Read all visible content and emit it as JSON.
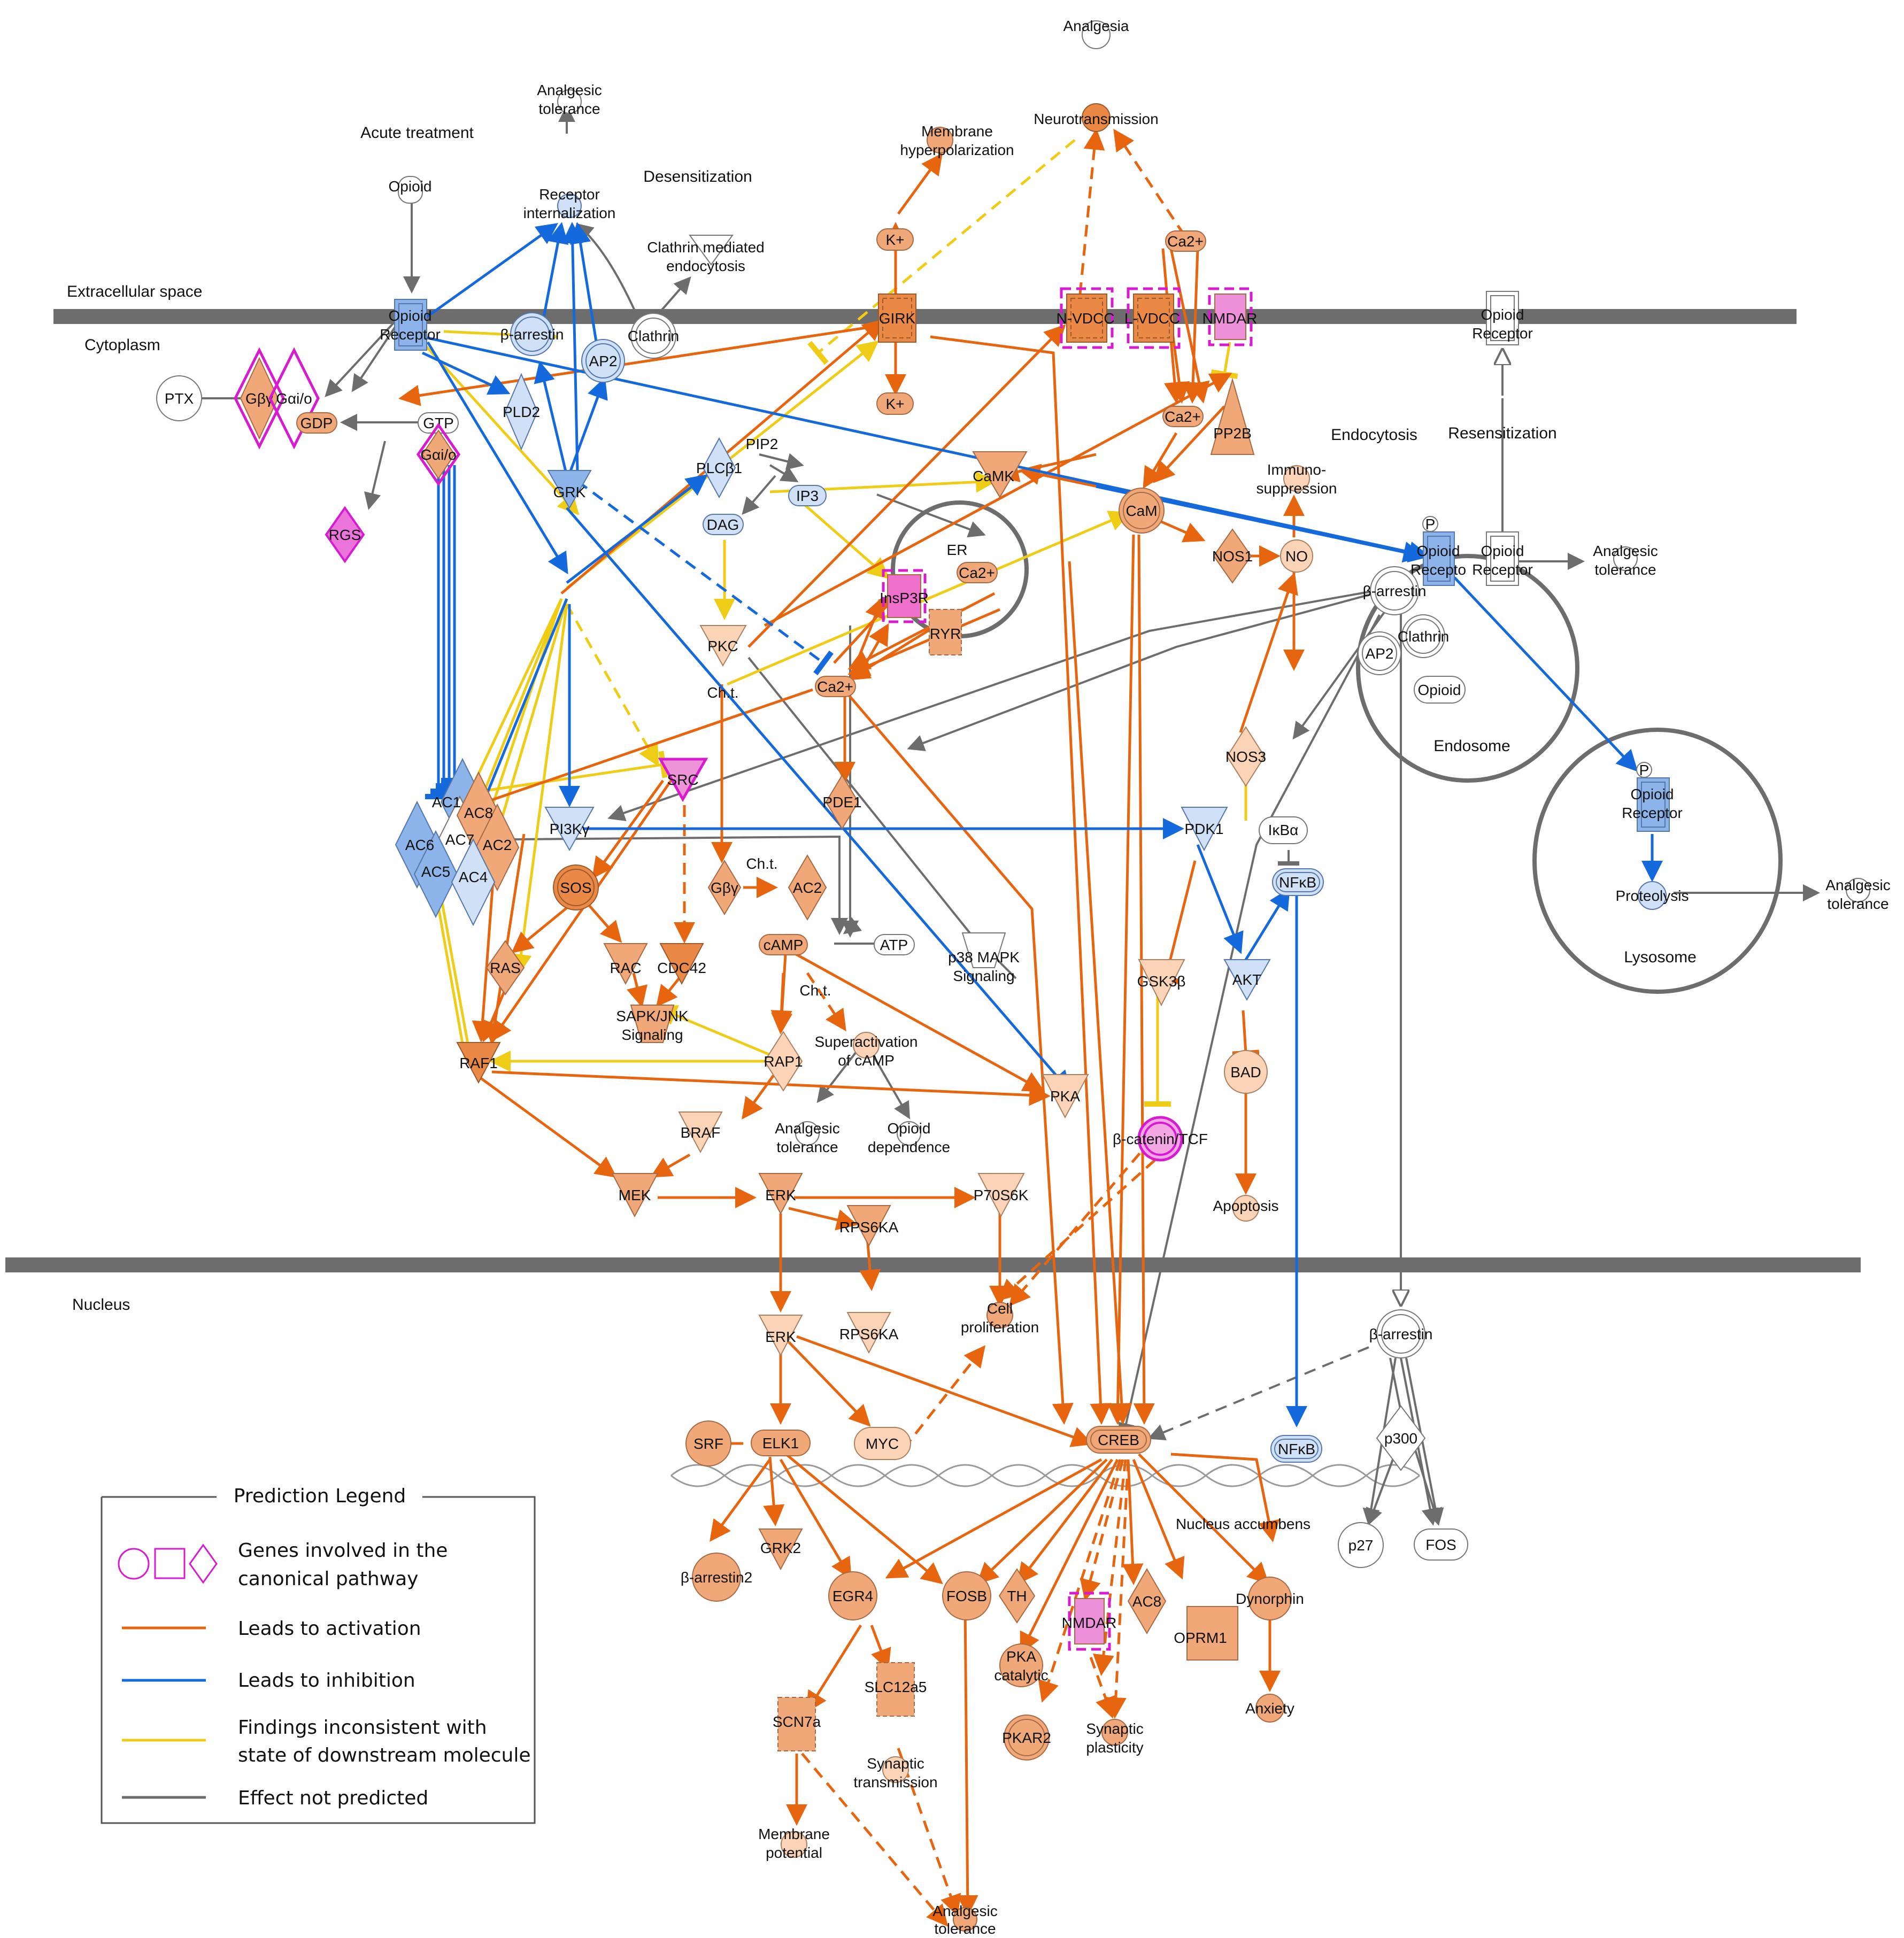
{
  "regions": {
    "extracellular": "Extracellular space",
    "cytoplasm": "Cytoplasm",
    "nucleus": "Nucleus",
    "acute": "Acute treatment",
    "desensitization": "Desensitization",
    "endocytosis": "Endocytosis",
    "resensitization": "Resensitization",
    "endosome": "Endosome",
    "lysosome": "Lysosome",
    "er": "ER",
    "nucleus_accumbens": "Nucleus accumbens"
  },
  "nodes": {
    "analgesia": "Analgesia",
    "neurotransmission": "Neurotransmission",
    "membrane_hyperpol_1": "Membrane",
    "membrane_hyperpol_2": "hyperpolarization",
    "analgesic_tol_top_1": "Analgesic",
    "analgesic_tol_top_2": "tolerance",
    "receptor_int_1": "Receptor",
    "receptor_int_2": "internalization",
    "clathrin_endo_1": "Clathrin mediated",
    "clathrin_endo_2": "endocytosis",
    "opioid_top": "Opioid",
    "opioid_receptor_1": "Opioid",
    "opioid_receptor_2": "Receptor",
    "beta_arrestin": "β-arrestin",
    "ap2": "AP2",
    "clathrin": "Clathrin",
    "k_plus": "K+",
    "girk": "GIRK",
    "nvdcc": "N-VDCC",
    "lvdcc": "L-VDCC",
    "nmdar": "NMDAR",
    "ca2": "Ca2+",
    "pp2b": "PP2B",
    "ptx": "PTX",
    "gbg": "Gβγ",
    "gaio": "Gαi/o",
    "gdp": "GDP",
    "gtp": "GTP",
    "pld2": "PLD2",
    "rgs": "RGS",
    "grk": "GRK",
    "plcb1": "PLCβ1",
    "pip2": "PIP2",
    "ip3": "IP3",
    "dag": "DAG",
    "camk": "CaMK",
    "cam": "CaM",
    "immuno_1": "Immuno-",
    "immuno_2": "suppression",
    "nos1": "NOS1",
    "no": "NO",
    "insp3r": "InsP3R",
    "ryr": "RYR",
    "pkc": "PKC",
    "cht": "Ch.t.",
    "src": "SRC",
    "ac1": "AC1",
    "ac6": "AC6",
    "ac7": "AC7",
    "ac8": "AC8",
    "ac2": "AC2",
    "ac5": "AC5",
    "ac4": "AC4",
    "pi3kg": "PI3Kγ",
    "pde1": "PDE1",
    "sos": "SOS",
    "ras": "RAS",
    "rac": "RAC",
    "cdc42": "CDC42",
    "sapk_1": "SAPK/JNK",
    "sapk_2": "Signaling",
    "camp": "cAMP",
    "atp": "ATP",
    "p38_1": "p38 MAPK",
    "p38_2": "Signaling",
    "superact_1": "Superactivation",
    "superact_2": "of cAMP",
    "raf1": "RAF1",
    "rap1": "RAP1",
    "braf": "BRAF",
    "pka": "PKA",
    "opioid_dep_1": "Opioid",
    "opioid_dep_2": "dependence",
    "mek": "MEK",
    "erk": "ERK",
    "rps6ka": "RPS6KA",
    "p70s6k": "P70S6K",
    "pdk1": "PDK1",
    "nos3": "NOS3",
    "ikba": "IκBα",
    "nfkb": "NFκB",
    "gsk3b": "GSK3β",
    "akt": "AKT",
    "bad": "BAD",
    "bcatenin": "β-catenin/TCF",
    "apoptosis": "Apoptosis",
    "cell_prolif_1": "Cell",
    "cell_prolif_2": "proliferation",
    "srf": "SRF",
    "elk1": "ELK1",
    "myc": "MYC",
    "creb": "CREB",
    "p300": "p300",
    "p27": "p27",
    "fos": "FOS",
    "barrestin2": "β-arrestin2",
    "grk2": "GRK2",
    "egr4": "EGR4",
    "fosb": "FOSB",
    "th": "TH",
    "pka_cat_1": "PKA",
    "pka_cat_2": "catalytic",
    "ac8_n": "AC8",
    "oprm1": "OPRM1",
    "dynorphin": "Dynorphin",
    "anxiety": "Anxiety",
    "scn7a": "SCN7a",
    "slc12a5": "SLC12a5",
    "syn_trans_1": "Synaptic",
    "syn_trans_2": "transmission",
    "syn_plast_1": "Synaptic",
    "syn_plast_2": "plasticity",
    "pkar2": "PKAR2",
    "membrane_pot_1": "Membrane",
    "membrane_pot_2": "potential",
    "endo_opioid_receptor": "Opioid",
    "endo_receptor_short": "Recepto",
    "proteolysis": "Proteolysis",
    "p_mark": "P"
  },
  "legend": {
    "title": "Prediction Legend",
    "genes_1": "Genes involved in the",
    "genes_2": "canonical pathway",
    "activation": "Leads to activation",
    "inhibition": "Leads to inhibition",
    "inconsistent_1": "Findings inconsistent with",
    "inconsistent_2": "state of downstream molecule",
    "not_predicted": "Effect not predicted"
  },
  "colors": {
    "activation": "#e8650f",
    "inhibition": "#1469dc",
    "inconsistent": "#efcc16",
    "not_predicted": "#6d6d6d",
    "canonical": "#d81ad0",
    "membrane": "#6d6d6d"
  }
}
